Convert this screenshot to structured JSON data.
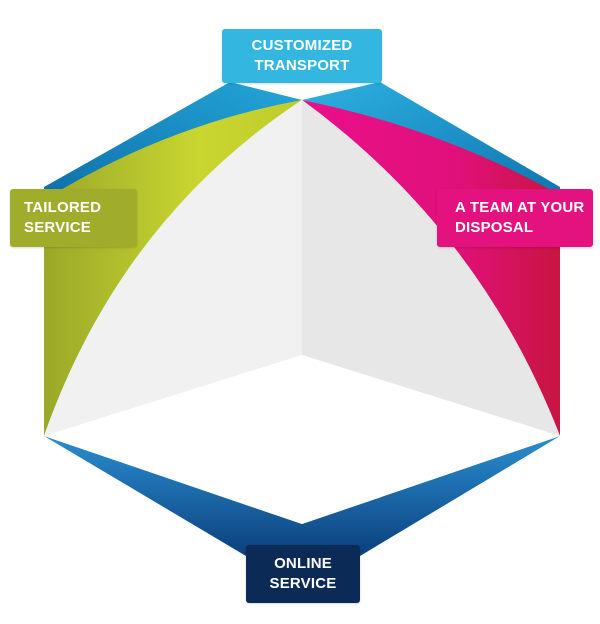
{
  "colors": {
    "transport_blue": "#33b7e0",
    "tailored_green": "#a0ac2c",
    "team_magenta": "#e3127f",
    "online_navy": "#0b2a55",
    "face_light": "#f1f1f1",
    "face_mid": "#e6e6e6",
    "shape_green": "#c5d32e",
    "shape_magenta": "#e50e84",
    "shape_blue": "#1f86c6"
  },
  "labels": {
    "top": {
      "line1": "CUSTOMIZED",
      "line2": "TRANSPORT"
    },
    "left": {
      "line1": "TAILORED",
      "line2": "SERVICE"
    },
    "right": {
      "line1": "A TEAM AT YOUR",
      "line2": "DISPOSAL"
    },
    "bottom": {
      "line1": "ONLINE",
      "line2": "SERVICE"
    }
  }
}
